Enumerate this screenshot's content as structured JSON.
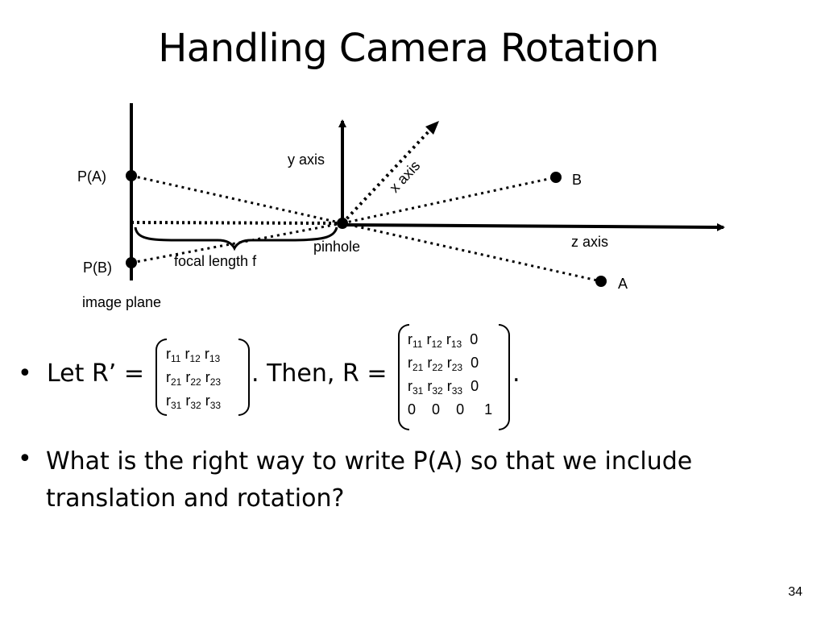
{
  "slide": {
    "title": "Handling Camera Rotation",
    "page_number": "34"
  },
  "diagram": {
    "labels": {
      "p_a": "P(A)",
      "p_b": "P(B)",
      "y_axis": "y axis",
      "x_axis": "x axis",
      "z_axis": "z axis",
      "pinhole": "pinhole",
      "focal_length": "focal length f",
      "image_plane": "image plane",
      "point_a": "A",
      "point_b": "B"
    }
  },
  "bullets": {
    "let_text": "Let R’ =",
    "then_text": ". Then, R =",
    "end_period": ".",
    "question": "What is the right way to write P(A) so that we include translation and rotation?"
  },
  "r_prime": [
    [
      "r11",
      "r12",
      "r13"
    ],
    [
      "r21",
      "r22",
      "r23"
    ],
    [
      "r31",
      "r32",
      "r33"
    ]
  ],
  "r_full": [
    [
      "r11",
      "r12",
      "r13",
      "0"
    ],
    [
      "r21",
      "r22",
      "r23",
      "0"
    ],
    [
      "r31",
      "r32",
      "r33",
      "0"
    ],
    [
      "0",
      "0",
      "0",
      "1"
    ]
  ]
}
